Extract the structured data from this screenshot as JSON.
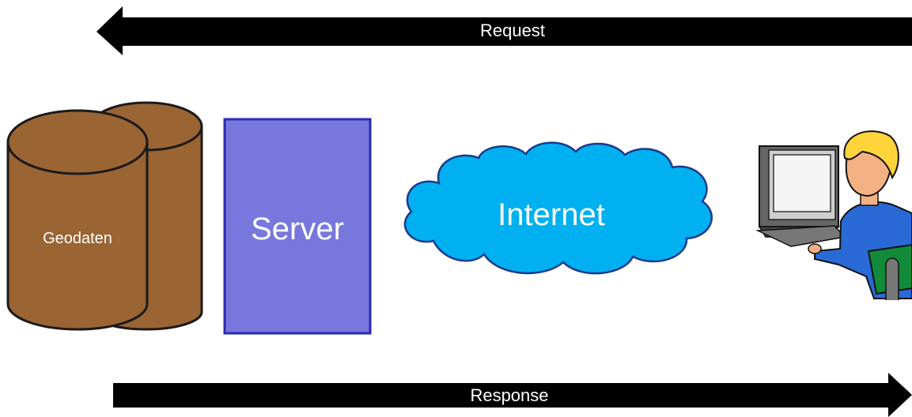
{
  "arrows": {
    "request": "Request",
    "response": "Response"
  },
  "nodes": {
    "database": "Geodaten",
    "server": "Server",
    "cloud": "Internet"
  },
  "colors": {
    "database_fill": "#9a6433",
    "server_fill": "#7777dd",
    "server_border": "#2a2ab0",
    "cloud_fill": "#00b0f0",
    "cloud_stroke": "#1a3a8a",
    "arrow": "#000000",
    "arrow_text": "#ffffff"
  }
}
